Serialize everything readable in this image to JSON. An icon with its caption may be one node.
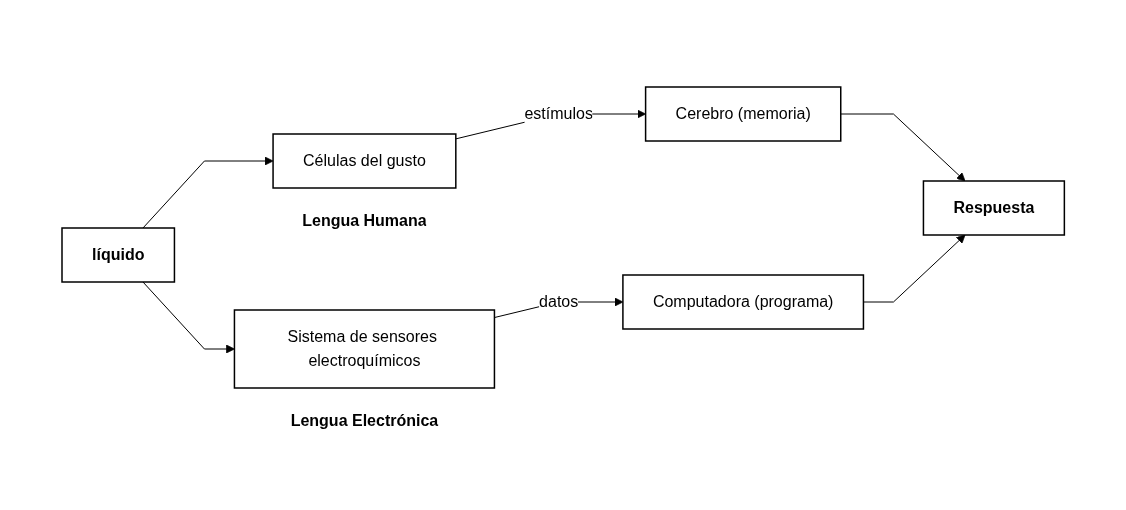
{
  "diagram": {
    "nodes": [
      {
        "text": [
          "líquido"
        ]
      },
      {
        "text": [
          "Células del gusto"
        ],
        "beside": [
          "Lengua Humana"
        ]
      },
      {
        "text": [
          "Cerebro (memoria)"
        ]
      },
      {
        "text": [
          "Respuesta"
        ]
      },
      {
        "text": [
          "Sistema de sensores electroquímicos"
        ],
        "beside": [
          "Lengua Electrónica"
        ]
      },
      {
        "text": [
          "Computadora (programa)"
        ]
      }
    ],
    "edges": [
      {
        "from": 0,
        "to": 1,
        "arrow": "to"
      },
      {
        "from": 1,
        "to": 2,
        "arrow": "to",
        "label": "estímulos"
      },
      {
        "from": 2,
        "to": 3,
        "arrow": "to"
      },
      {
        "from": 0,
        "to": 4,
        "arrow": "to"
      },
      {
        "from": 4,
        "to": 5,
        "arrow": "to",
        "label": "datos"
      },
      {
        "from": 5,
        "to": 3,
        "arrow": "to"
      }
    ]
  }
}
